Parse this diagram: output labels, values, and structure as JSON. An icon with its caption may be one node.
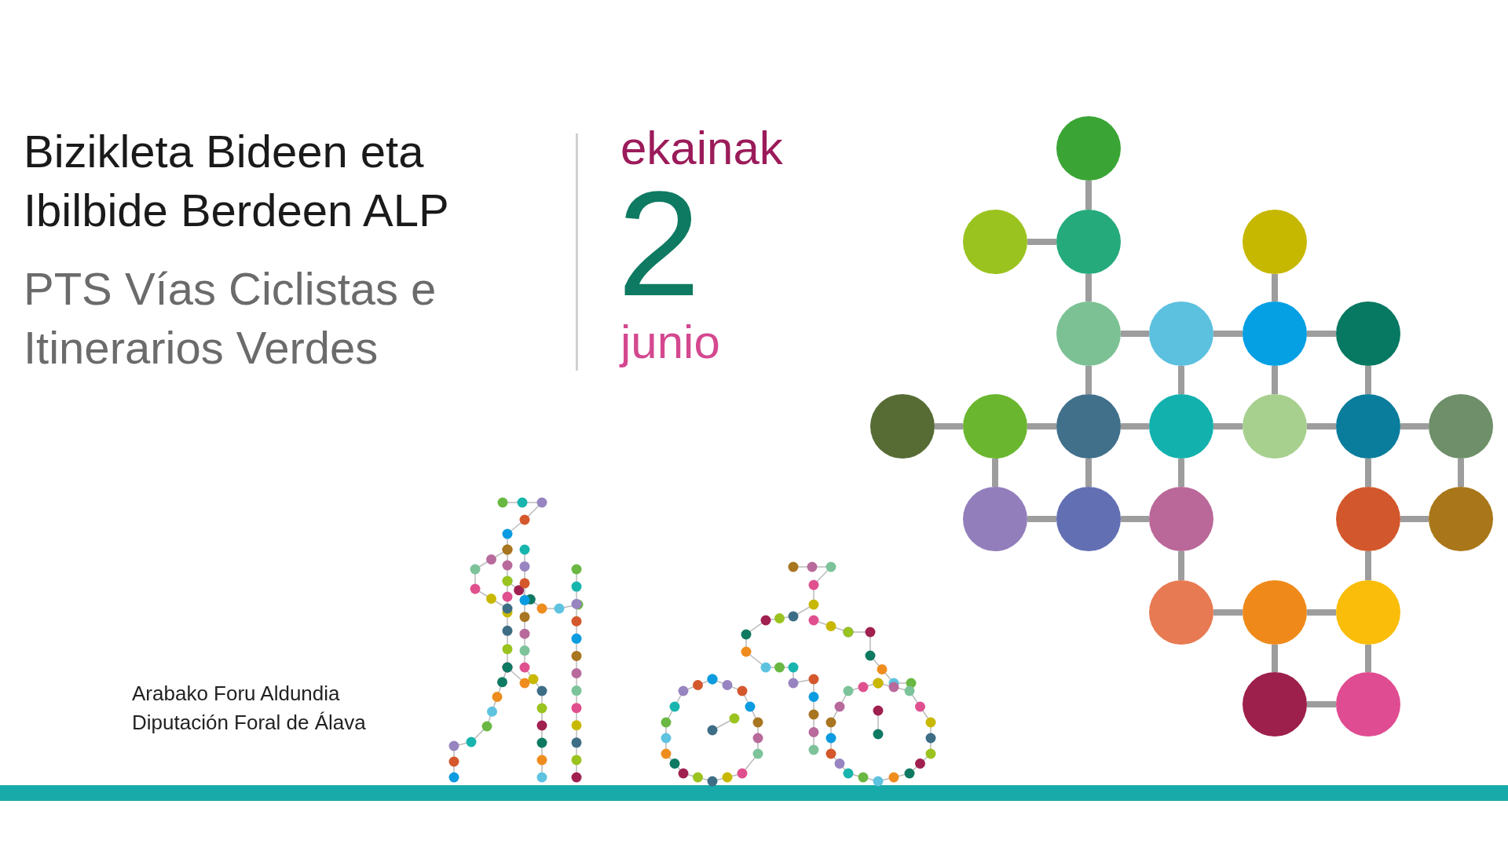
{
  "diagram": {
    "nodes": [
      {
        "text": [],
        "shape": "circle"
      },
      {
        "text": [],
        "shape": "circle"
      },
      {
        "text": [],
        "shape": "circle"
      },
      {
        "text": [],
        "shape": "circle"
      },
      {
        "text": [],
        "shape": "circle"
      },
      {
        "text": [],
        "shape": "circle"
      },
      {
        "text": [],
        "shape": "circle"
      },
      {
        "text": [],
        "shape": "circle"
      },
      {
        "text": [],
        "shape": "circle"
      },
      {
        "text": [],
        "shape": "circle"
      },
      {
        "text": [],
        "shape": "circle"
      },
      {
        "text": [],
        "shape": "circle"
      },
      {
        "text": [],
        "shape": "circle"
      },
      {
        "text": [],
        "shape": "circle"
      },
      {
        "text": [],
        "shape": "circle"
      },
      {
        "text": [],
        "shape": "circle"
      },
      {
        "text": [],
        "shape": "circle"
      },
      {
        "text": [],
        "shape": "circle"
      },
      {
        "text": [],
        "shape": "circle"
      },
      {
        "text": [],
        "shape": "circle"
      },
      {
        "text": [],
        "shape": "circle"
      },
      {
        "text": [],
        "shape": "circle"
      },
      {
        "text": [],
        "shape": "circle"
      },
      {
        "text": [],
        "shape": "circle"
      },
      {
        "text": [],
        "shape": "circle"
      }
    ],
    "edges": [
      {
        "from": 0,
        "to": 2,
        "arrow": "none"
      },
      {
        "from": 1,
        "to": 2,
        "arrow": "none"
      },
      {
        "from": 2,
        "to": 4,
        "arrow": "none"
      },
      {
        "from": 3,
        "to": 6,
        "arrow": "none"
      },
      {
        "from": 4,
        "to": 5,
        "arrow": "none"
      },
      {
        "from": 5,
        "to": 6,
        "arrow": "none"
      },
      {
        "from": 6,
        "to": 7,
        "arrow": "none"
      },
      {
        "from": 4,
        "to": 10,
        "arrow": "none"
      },
      {
        "from": 5,
        "to": 11,
        "arrow": "none"
      },
      {
        "from": 6,
        "to": 12,
        "arrow": "none"
      },
      {
        "from": 7,
        "to": 13,
        "arrow": "none"
      },
      {
        "from": 8,
        "to": 9,
        "arrow": "none"
      },
      {
        "from": 9,
        "to": 10,
        "arrow": "none"
      },
      {
        "from": 10,
        "to": 11,
        "arrow": "none"
      },
      {
        "from": 11,
        "to": 12,
        "arrow": "none"
      },
      {
        "from": 12,
        "to": 13,
        "arrow": "none"
      },
      {
        "from": 13,
        "to": 14,
        "arrow": "none"
      },
      {
        "from": 9,
        "to": 15,
        "arrow": "none"
      },
      {
        "from": 10,
        "to": 16,
        "arrow": "none"
      },
      {
        "from": 11,
        "to": 17,
        "arrow": "none"
      },
      {
        "from": 13,
        "to": 18,
        "arrow": "none"
      },
      {
        "from": 14,
        "to": 19,
        "arrow": "none"
      },
      {
        "from": 15,
        "to": 16,
        "arrow": "none"
      },
      {
        "from": 16,
        "to": 17,
        "arrow": "none"
      },
      {
        "from": 18,
        "to": 19,
        "arrow": "none"
      },
      {
        "from": 17,
        "to": 20,
        "arrow": "none"
      },
      {
        "from": 18,
        "to": 22,
        "arrow": "none"
      },
      {
        "from": 20,
        "to": 21,
        "arrow": "none"
      },
      {
        "from": 21,
        "to": 22,
        "arrow": "none"
      },
      {
        "from": 21,
        "to": 23,
        "arrow": "none"
      },
      {
        "from": 22,
        "to": 24,
        "arrow": "none"
      },
      {
        "from": 23,
        "to": 24,
        "arrow": "none"
      }
    ],
    "labels": [
      "Bizikleta Bideen eta Ibilbide Berdeen ALP",
      "PTS Vías Ciclistas e Itinerarios Verdes",
      "ekainak",
      "2",
      "junio",
      "Arabako Foru Aldundia",
      "Diputación Foral de Álava"
    ]
  }
}
